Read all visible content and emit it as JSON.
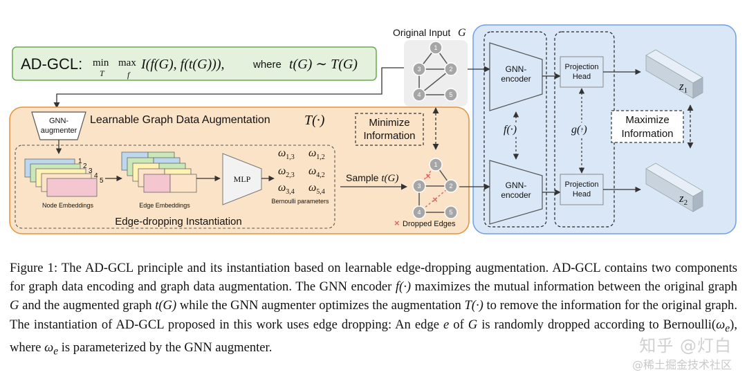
{
  "objective": {
    "prefix": "AD-GCL:",
    "min": "min",
    "min_sub": "T",
    "max": "max",
    "max_sub": "f",
    "expr": "I(f(G), f(t(G))),",
    "where": "where",
    "rhs": "t(G) ∼ T(G)"
  },
  "original_input": {
    "label": "Original Input",
    "var": "G"
  },
  "augmenter": {
    "label_line1": "GNN-",
    "label_line2": "augmenter",
    "title": "Learnable Graph Data Augmentation",
    "title_math": "T(·)"
  },
  "minimize": {
    "line1": "Minimize",
    "line2": "Information"
  },
  "maximize": {
    "line1": "Maximize",
    "line2": "Information"
  },
  "node_embeddings": {
    "label": "Node Embeddings",
    "indices": [
      "1",
      "2",
      "3",
      "4",
      "5"
    ]
  },
  "edge_embeddings": {
    "label": "Edge Embeddings"
  },
  "mlp": {
    "label": "MLP"
  },
  "bernoulli": {
    "label": "Bernoulli parameters",
    "params": [
      [
        "ω",
        "1,3"
      ],
      [
        "ω",
        "1,2"
      ],
      [
        "ω",
        "2,3"
      ],
      [
        "ω",
        "4,2"
      ],
      [
        "ω",
        "3,4"
      ],
      [
        "ω",
        "5,4"
      ]
    ]
  },
  "instantiation": {
    "label": "Edge-dropping Instantiation"
  },
  "sample": {
    "label": "Sample",
    "math": "t(G)"
  },
  "dropped_edges": {
    "mark": "×",
    "label": "Dropped Edges"
  },
  "graph_nodes": [
    "1",
    "2",
    "3",
    "4",
    "5"
  ],
  "encoder": {
    "line1": "GNN-",
    "line2": "encoder",
    "func": "f(·)"
  },
  "projection": {
    "line1": "Projection",
    "line2": "Head",
    "func": "g(·)"
  },
  "outputs": {
    "z1_base": "z",
    "z1_sub": "1",
    "z2_base": "z",
    "z2_sub": "2"
  },
  "caption": {
    "p1": "Figure 1: The AD-GCL principle and its instantiation based on learnable edge-dropping augmentation. AD-GCL contains two components for graph data encoding and graph data augmentation. The GNN encoder ",
    "m1": "f(·)",
    "p2": " maximizes the mutual information between the original graph ",
    "m2": "G",
    "p3": " and the augmented graph ",
    "m3": "t(G)",
    "p4": " while the GNN augmenter optimizes the augmentation ",
    "m4": "T(·)",
    "p5": " to remove the information for the original graph. The instantiation of AD-GCL proposed in this work uses edge dropping: An edge ",
    "m5": "e",
    "p6": " of ",
    "m6": "G",
    "p7": " is randomly dropped according to Bernoulli(",
    "m7": "ω",
    "m7sub": "e",
    "p8": "), where ",
    "m8": "ω",
    "m8sub": "e",
    "p9": " is parameterized by the GNN augmenter."
  },
  "watermark": {
    "line1": "知乎 @灯白",
    "line2": "@稀土掘金技术社区"
  },
  "colors": {
    "objective_fill": "#e4f1dc",
    "objective_stroke": "#6aa84f",
    "augment_fill": "#fbe3c8",
    "augment_stroke": "#e69138",
    "encoder_fill": "#dae7f7",
    "encoder_stroke": "#6d9eeb",
    "node_gray": "#a6a6a6",
    "drop_red": "#e06666"
  }
}
